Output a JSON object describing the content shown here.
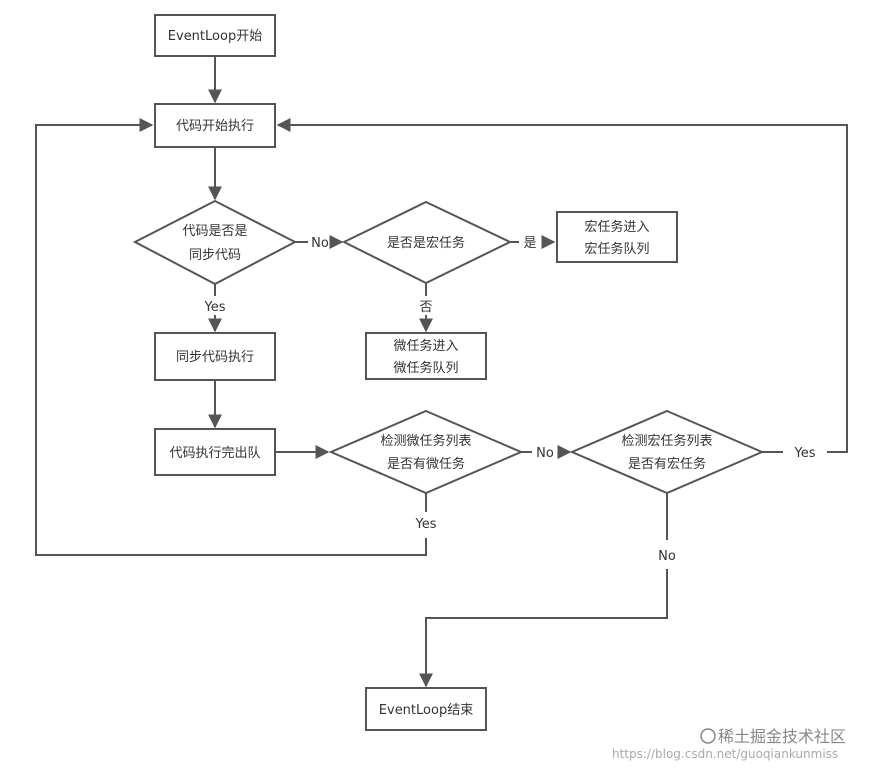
{
  "nodes": {
    "start": "EventLoop开始",
    "exec": "代码开始执行",
    "is_sync": [
      "代码是否是",
      "同步代码"
    ],
    "is_macro": "是否是宏任务",
    "macro_enqueue": [
      "宏任务进入",
      "宏任务队列"
    ],
    "micro_enqueue": [
      "微任务进入",
      "微任务队列"
    ],
    "sync_exec": "同步代码执行",
    "dequeue": "代码执行完出队",
    "check_micro": [
      "检测微任务列表",
      "是否有微任务"
    ],
    "check_macro": [
      "检测宏任务列表",
      "是否有宏任务"
    ],
    "end": "EventLoop结束"
  },
  "edges": {
    "no1": "No",
    "yes1": "Yes",
    "shi": "是",
    "fou": "否",
    "no2": "No",
    "yes2": "Yes",
    "yes3": "Yes",
    "no3": "No"
  },
  "watermark": {
    "brand": "稀土掘金技术社区",
    "url": "https://blog.csdn.net/guoqiankunmiss"
  }
}
